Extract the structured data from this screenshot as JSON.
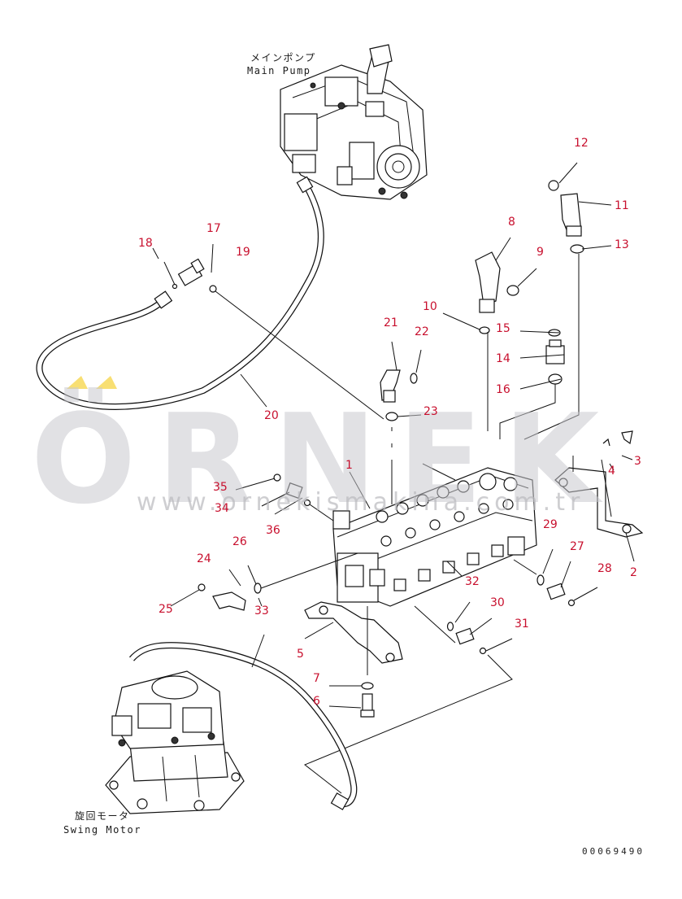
{
  "watermark": {
    "brand": "ÖRNEK",
    "url": "www.ornekismakina.com.tr",
    "accent_color": "#f2c400"
  },
  "labels": {
    "main_pump_jp": "メインポンプ",
    "main_pump_en": "Main Pump",
    "swing_motor_jp": "旋回モータ",
    "swing_motor_en": "Swing Motor"
  },
  "callouts": [
    "1",
    "2",
    "3",
    "4",
    "5",
    "6",
    "7",
    "8",
    "9",
    "10",
    "11",
    "12",
    "13",
    "14",
    "15",
    "16",
    "17",
    "18",
    "19",
    "20",
    "21",
    "22",
    "23",
    "24",
    "25",
    "26",
    "27",
    "28",
    "29",
    "30",
    "31",
    "32",
    "33",
    "34",
    "35",
    "36"
  ],
  "document_number": "00069490",
  "colors": {
    "callout": "#c8102e",
    "line": "#111111"
  }
}
